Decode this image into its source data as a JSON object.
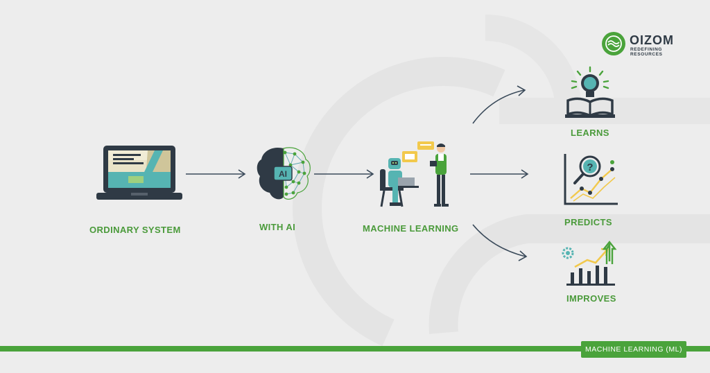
{
  "brand": {
    "name": "OIZOM",
    "tagline": "REDEFINING RESOURCES",
    "accent": "#4aa33b",
    "dark": "#2f3a45"
  },
  "flow": {
    "ordinary": "ORDINARY SYSTEM",
    "ai": "WITH AI",
    "ml": "MACHINE LEARNING"
  },
  "outcomes": {
    "learns": "LEARNS",
    "predicts": "PREDICTS",
    "improves": "IMPROVES"
  },
  "ai_chip": "AI",
  "footer": "MACHINE LEARNING (ML)",
  "icons": {
    "laptop": "laptop-icon",
    "brain": "ai-brain-icon",
    "robot": "robot-human-icon",
    "bulb": "lightbulb-book-icon",
    "chart": "magnifier-chart-icon",
    "growth": "growth-bars-icon"
  }
}
